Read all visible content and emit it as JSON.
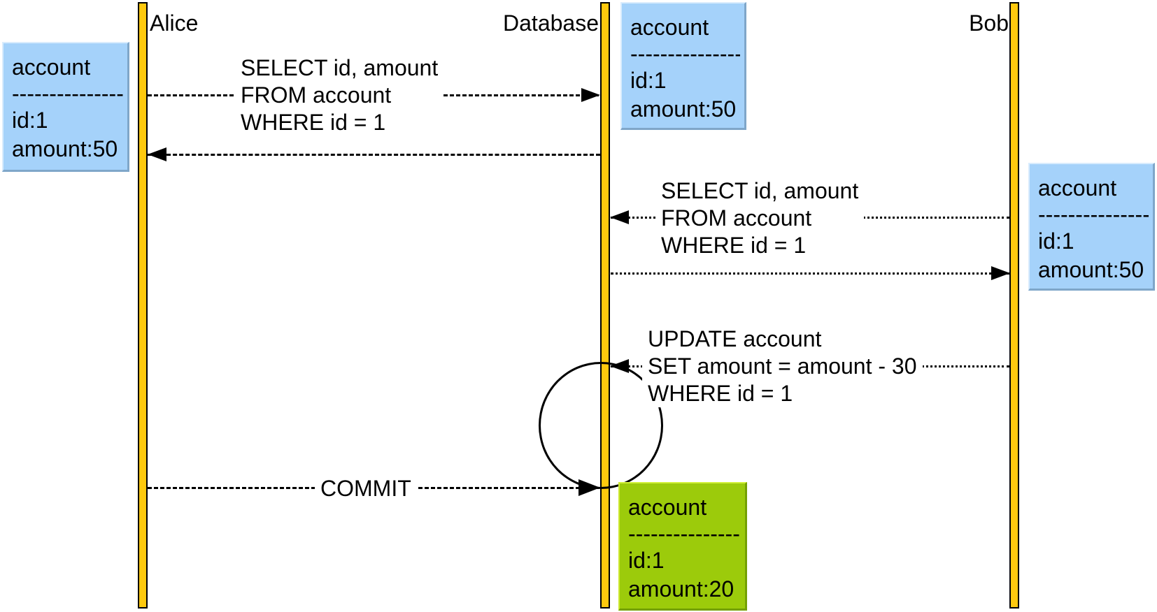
{
  "participants": [
    {
      "label": "Alice"
    },
    {
      "label": "Database"
    },
    {
      "label": "Bob"
    }
  ],
  "notes": [
    {
      "title": "account",
      "separator": "---------------",
      "rows": [
        "id:1",
        "amount:50"
      ],
      "color": "blue",
      "near": "Alice"
    },
    {
      "title": "account",
      "separator": "---------------",
      "rows": [
        "id:1",
        "amount:50"
      ],
      "color": "blue",
      "near": "Database"
    },
    {
      "title": "account",
      "separator": "---------------",
      "rows": [
        "id:1",
        "amount:50"
      ],
      "color": "blue",
      "near": "Bob"
    },
    {
      "title": "account",
      "separator": "---------------",
      "rows": [
        "id:1",
        "amount:20"
      ],
      "color": "green",
      "near": "Database"
    }
  ],
  "messages": [
    {
      "from": "Alice",
      "to": "Database",
      "line_style": "dashed",
      "lines": [
        "SELECT id, amount",
        "FROM account",
        "WHERE id = 1"
      ]
    },
    {
      "from": "Database",
      "to": "Alice",
      "line_style": "dashed",
      "lines": []
    },
    {
      "from": "Bob",
      "to": "Database",
      "line_style": "dotted",
      "lines": [
        "SELECT id, amount",
        "FROM account",
        "WHERE id = 1"
      ]
    },
    {
      "from": "Database",
      "to": "Bob",
      "line_style": "dotted",
      "lines": []
    },
    {
      "from": "Bob",
      "to": "Database",
      "line_style": "dotted",
      "lines": [
        "UPDATE account",
        "SET amount = amount - 30",
        "WHERE id = 1"
      ]
    },
    {
      "from": "Alice",
      "to": "Database",
      "line_style": "dashed",
      "lines": [
        "COMMIT"
      ]
    }
  ],
  "colors": {
    "lifeline_fill": "#FFC90E",
    "note_blue_fill": "#A5D2FA",
    "note_green_fill": "#9CCB0B",
    "line": "#000000",
    "background": "#FFFFFF"
  }
}
